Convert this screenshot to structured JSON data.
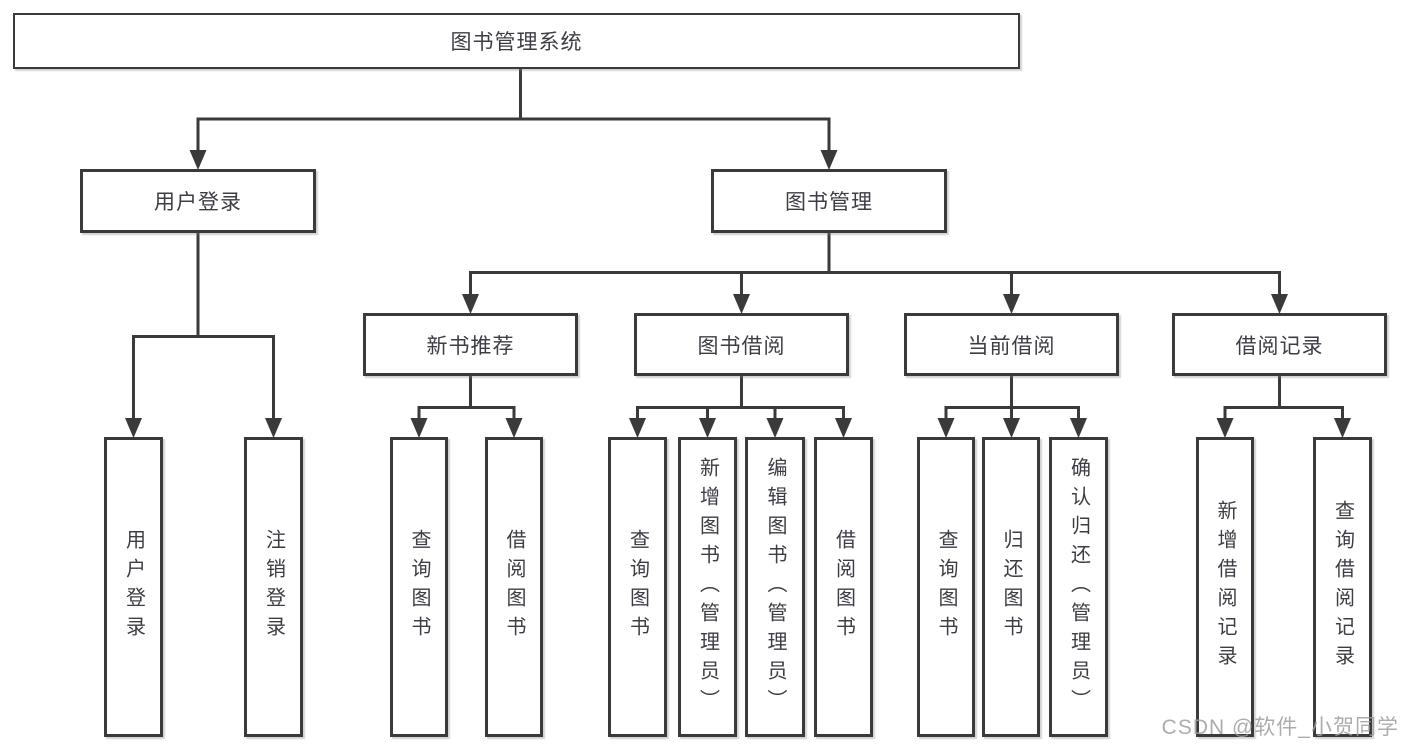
{
  "diagram": {
    "title_node": {
      "label": "图书管理系统"
    },
    "level2": {
      "user_login": {
        "label": "用户登录"
      },
      "book_mgmt": {
        "label": "图书管理"
      }
    },
    "level3": {
      "new_book_rec": {
        "label": "新书推荐"
      },
      "book_borrow": {
        "label": "图书借阅"
      },
      "current_borrow": {
        "label": "当前借阅"
      },
      "borrow_record": {
        "label": "借阅记录"
      }
    },
    "leaves": {
      "user_login_leaf": {
        "label": "用户登录"
      },
      "logout_leaf": {
        "label": "注销登录"
      },
      "rec_query_book": {
        "label": "查询图书"
      },
      "rec_borrow_book": {
        "label": "借阅图书"
      },
      "bb_query_book": {
        "label": "查询图书"
      },
      "bb_add_book": {
        "label": "新增图书（管理员）"
      },
      "bb_edit_book": {
        "label": "编辑图书（管理员）"
      },
      "bb_borrow_book": {
        "label": "借阅图书"
      },
      "cb_query_book": {
        "label": "查询图书"
      },
      "cb_return_book": {
        "label": "归还图书"
      },
      "cb_confirm_return": {
        "label": "确认归还（管理员）"
      },
      "br_add_record": {
        "label": "新增借阅记录"
      },
      "br_query_record": {
        "label": "查询借阅记录"
      }
    }
  },
  "watermark": {
    "text": "CSDN @软件_小贺同学"
  },
  "colors": {
    "line": "#3a3a3a",
    "text": "#3d3d44",
    "background": "#ffffff",
    "watermark": "#9e9e9e"
  }
}
